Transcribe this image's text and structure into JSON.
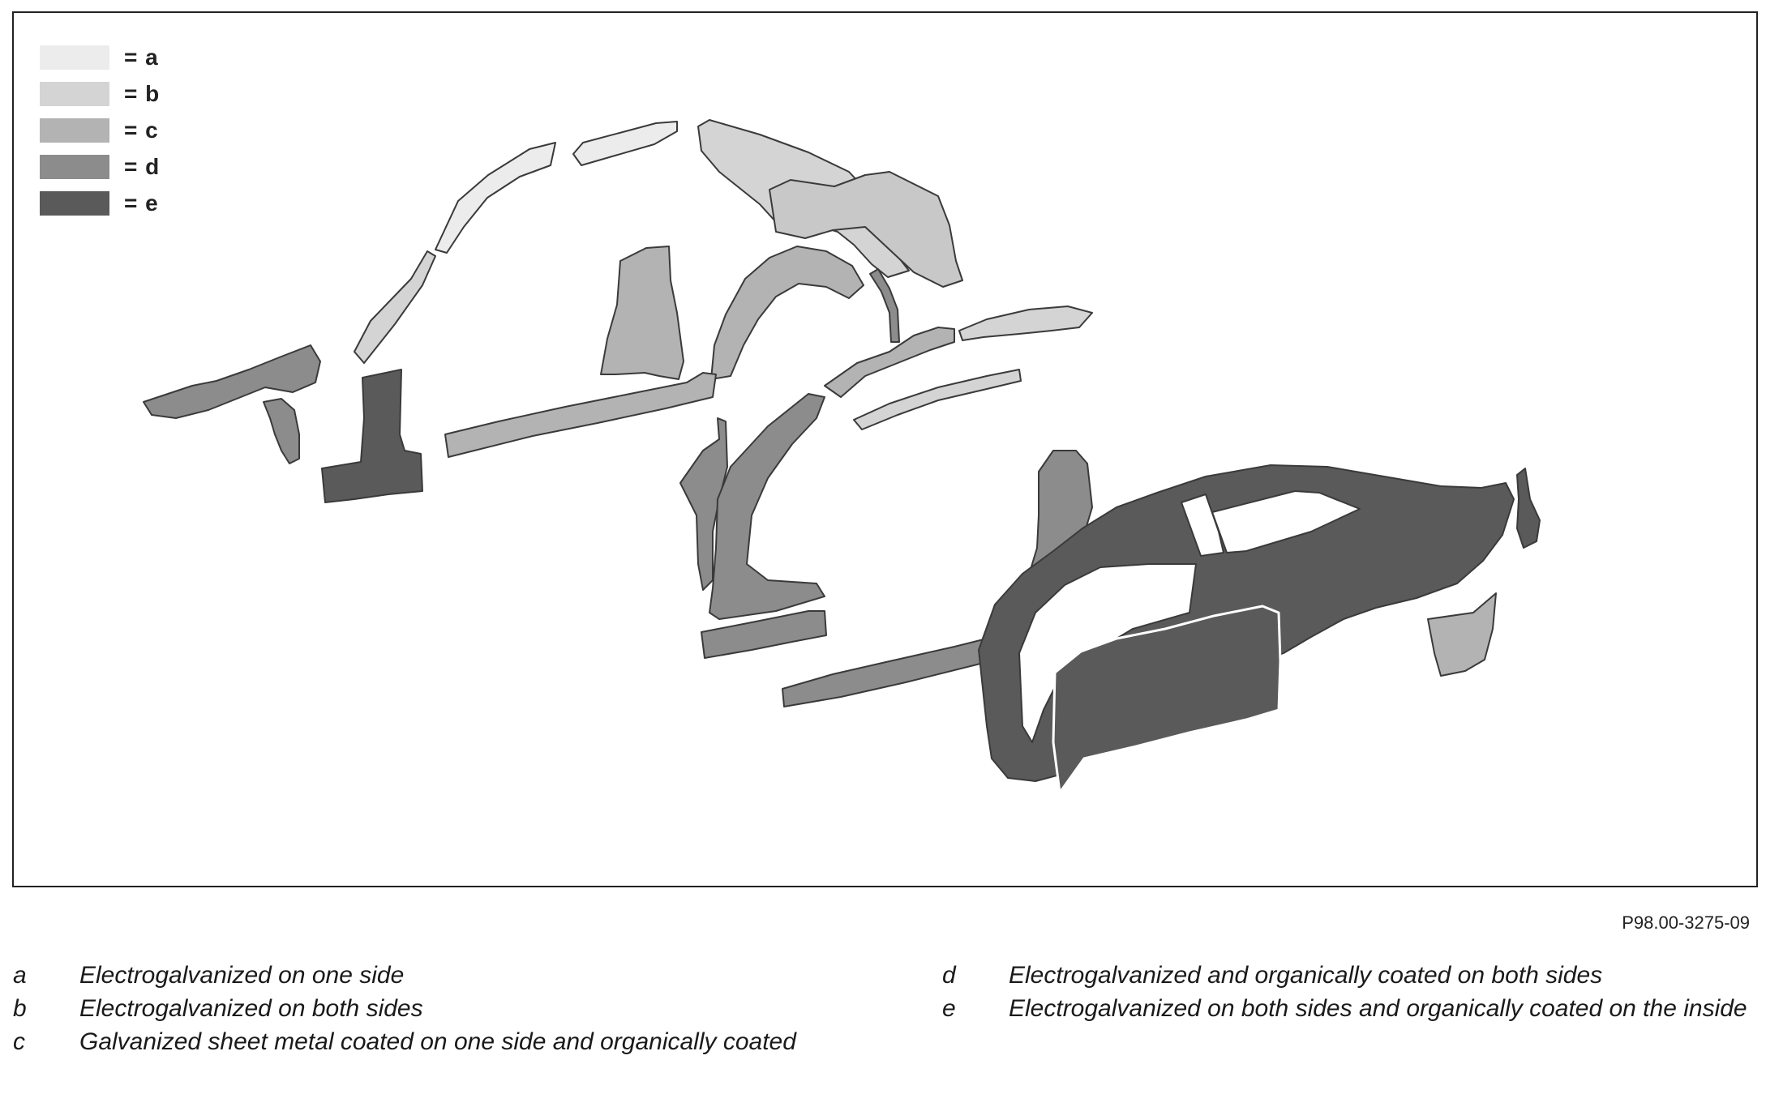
{
  "legend": {
    "items": [
      {
        "label": "= a",
        "color": "#ececec"
      },
      {
        "label": "= b",
        "color": "#d4d4d4"
      },
      {
        "label": "= c",
        "color": "#b3b3b3"
      },
      {
        "label": "= d",
        "color": "#8c8c8c"
      },
      {
        "label": "= e",
        "color": "#5a5a5a"
      }
    ]
  },
  "reference_code": "P98.00-3275-09",
  "captions": {
    "left": [
      {
        "letter": "a",
        "text": "Electrogalvanized on one side"
      },
      {
        "letter": "b",
        "text": "Electrogalvanized on both sides"
      },
      {
        "letter": "c",
        "text": "Galvanized sheet metal coated on one side and organically coated"
      }
    ],
    "right": [
      {
        "letter": "d",
        "text": "Electrogalvanized and organically coated on both sides"
      },
      {
        "letter": "e",
        "text": "Electrogalvanized on both sides and organically coated on the inside"
      }
    ]
  },
  "colors": {
    "a": "#ececec",
    "b": "#d4d4d4",
    "c": "#b3b3b3",
    "d": "#8c8c8c",
    "e": "#5a5a5a",
    "outline": "#3a3a3a"
  }
}
